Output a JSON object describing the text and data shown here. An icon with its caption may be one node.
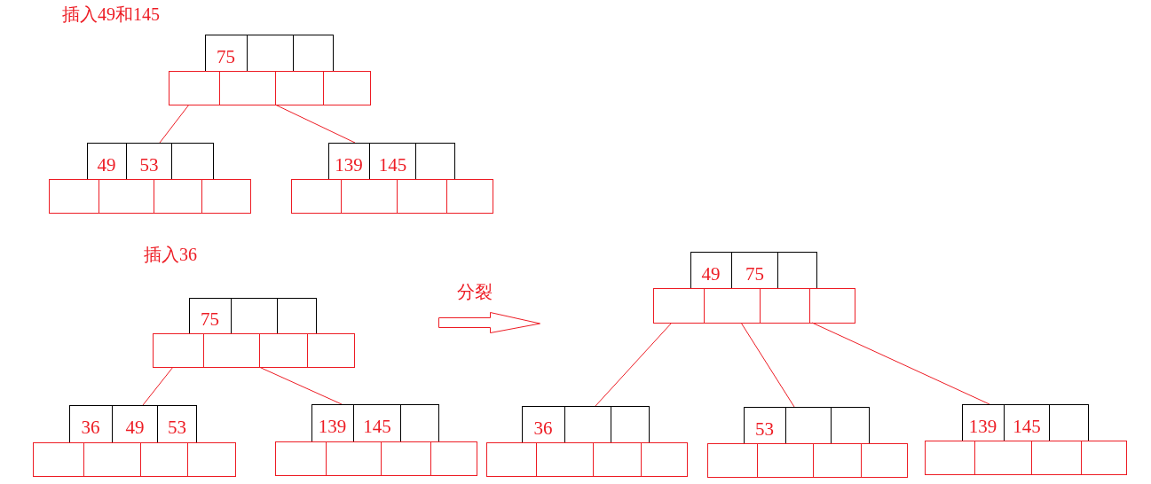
{
  "diagram": {
    "nodes": [
      {
        "text": [
          "75"
        ]
      },
      {
        "text": [],
        "shape": "box"
      },
      {
        "text": [
          "49",
          "53"
        ]
      },
      {
        "text": [],
        "shape": "box"
      },
      {
        "text": [
          "139",
          "145"
        ]
      },
      {
        "text": [],
        "shape": "box"
      },
      {
        "text": [
          "75"
        ]
      },
      {
        "text": [],
        "shape": "box"
      },
      {
        "text": [
          "36",
          "49",
          "53"
        ]
      },
      {
        "text": [],
        "shape": "box"
      },
      {
        "text": [
          "139",
          "145"
        ]
      },
      {
        "text": [],
        "shape": "box"
      },
      {
        "text": [
          "49",
          "75"
        ]
      },
      {
        "text": [],
        "shape": "box"
      },
      {
        "text": [
          "36"
        ]
      },
      {
        "text": [],
        "shape": "box"
      },
      {
        "text": [
          "53"
        ]
      },
      {
        "text": [],
        "shape": "box"
      },
      {
        "text": [
          "139",
          "145"
        ]
      },
      {
        "text": [],
        "shape": "box"
      }
    ],
    "edges": [
      {
        "from": 1,
        "to": 2,
        "arrow": "none"
      },
      {
        "from": 1,
        "to": 4,
        "arrow": "none"
      },
      {
        "from": 7,
        "to": 8,
        "arrow": "none"
      },
      {
        "from": 7,
        "to": 10,
        "arrow": "none"
      },
      {
        "from": 13,
        "to": 14,
        "arrow": "none"
      },
      {
        "from": 13,
        "to": 16,
        "arrow": "none"
      },
      {
        "from": 13,
        "to": 18,
        "arrow": "none"
      }
    ],
    "labels": [
      "插入49和145",
      "插入36",
      "分裂"
    ]
  }
}
